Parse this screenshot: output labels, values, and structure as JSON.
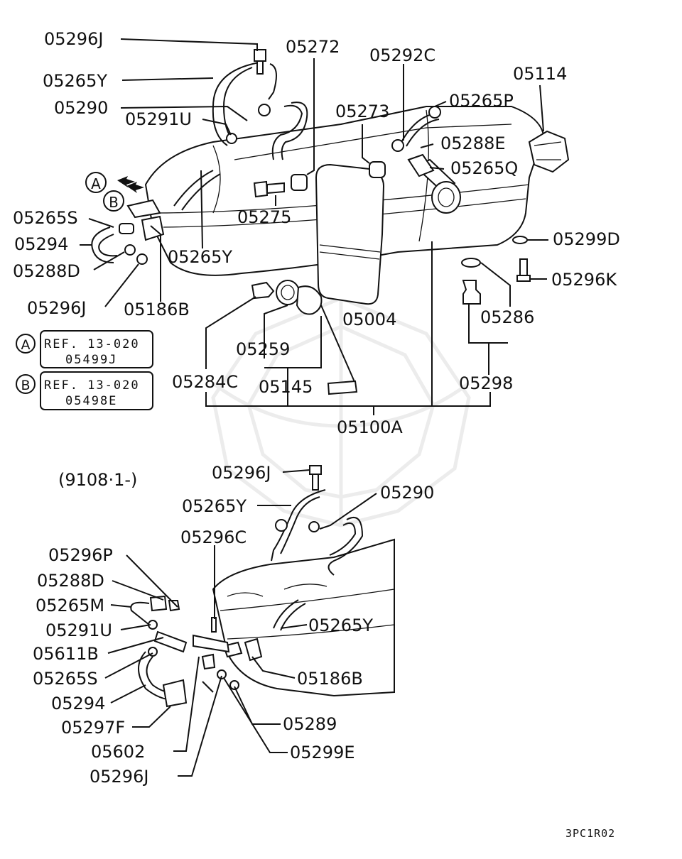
{
  "refs": [
    {
      "circle": "A",
      "line1": "REF. 13-020",
      "line2": "05499J"
    },
    {
      "circle": "B",
      "line1": "REF. 13-020",
      "line2": "05498E"
    }
  ],
  "upper_labels": {
    "l05296J_a": "05296J",
    "l05265Y_a": "05265Y",
    "l05290_a": "05290",
    "l05291U_a": "05291U",
    "l05272": "05272",
    "l05292C": "05292C",
    "l05273": "05273",
    "l05265P": "05265P",
    "l05114": "05114",
    "l05288E": "05288E",
    "l05265Q": "05265Q",
    "l05275": "05275",
    "l05265S_a": "05265S",
    "l05294_a": "05294",
    "l05288D_a": "05288D",
    "l05296J_b": "05296J",
    "l05186B_a": "05186B",
    "l05265Y_b": "05265Y",
    "l05299D": "05299D",
    "l05296K": "05296K",
    "l05286": "05286",
    "l05004": "05004",
    "l05259": "05259",
    "l05284C": "05284C",
    "l05145": "05145",
    "l05298": "05298",
    "l05100A": "05100A"
  },
  "lower_labels": {
    "date_range": "(9108·1-)",
    "l05296J_c": "05296J",
    "l05265Y_c": "05265Y",
    "l05290_b": "05290",
    "l05296C": "05296C",
    "l05296P": "05296P",
    "l05288D_b": "05288D",
    "l05265M": "05265M",
    "l05291U_b": "05291U",
    "l05611B": "05611B",
    "l05265S_b": "05265S",
    "l05294_b": "05294",
    "l05297F": "05297F",
    "l05602": "05602",
    "l05296J_d": "05296J",
    "l05265Y_d": "05265Y",
    "l05186B_b": "05186B",
    "l05289": "05289",
    "l05299E": "05299E"
  },
  "footer_code": "3PC1R02"
}
